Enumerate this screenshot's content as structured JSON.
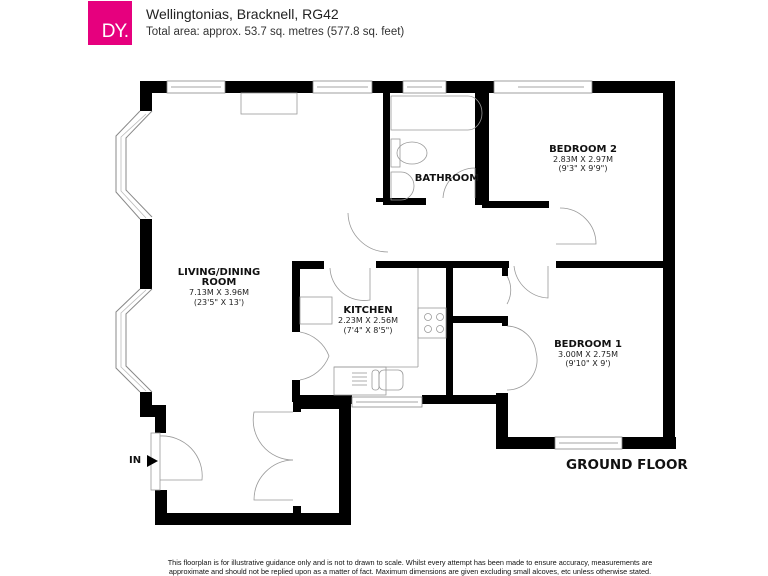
{
  "header": {
    "logo_text": "DY.",
    "logo_color": "#e6007e",
    "title": "Wellingtonias, Bracknell, RG42",
    "subtitle": "Total area: approx. 53.7 sq. metres (577.8 sq. feet)"
  },
  "floor": {
    "label": "GROUND FLOOR",
    "entrance_label": "IN"
  },
  "rooms": [
    {
      "name": "LIVING/DINING",
      "name2": "ROOM",
      "metric": "7.13M X 3.96M",
      "imperial": "(23'5\" X 13')"
    },
    {
      "name": "KITCHEN",
      "metric": "2.23M X 2.56M",
      "imperial": "(7'4\" X 8'5\")"
    },
    {
      "name": "BATHROOM"
    },
    {
      "name": "BEDROOM 2",
      "metric": "2.83M X 2.97M",
      "imperial": "(9'3\" X 9'9\")"
    },
    {
      "name": "BEDROOM 1",
      "metric": "3.00M X 2.75M",
      "imperial": "(9'10\" X 9')"
    }
  ],
  "disclaimer": {
    "line1": "This floorplan is for illustrative guidance only and is not to drawn to scale. Whilst every attempt has been made to ensure accuracy, measurements are",
    "line2": "approximate and should not be replied upon as a matter of fact. Maximum dimensions are given excluding small alcoves, etc unless otherwise stated."
  },
  "colors": {
    "wall": "#000000",
    "fixture_line": "#999999",
    "background": "#ffffff"
  }
}
